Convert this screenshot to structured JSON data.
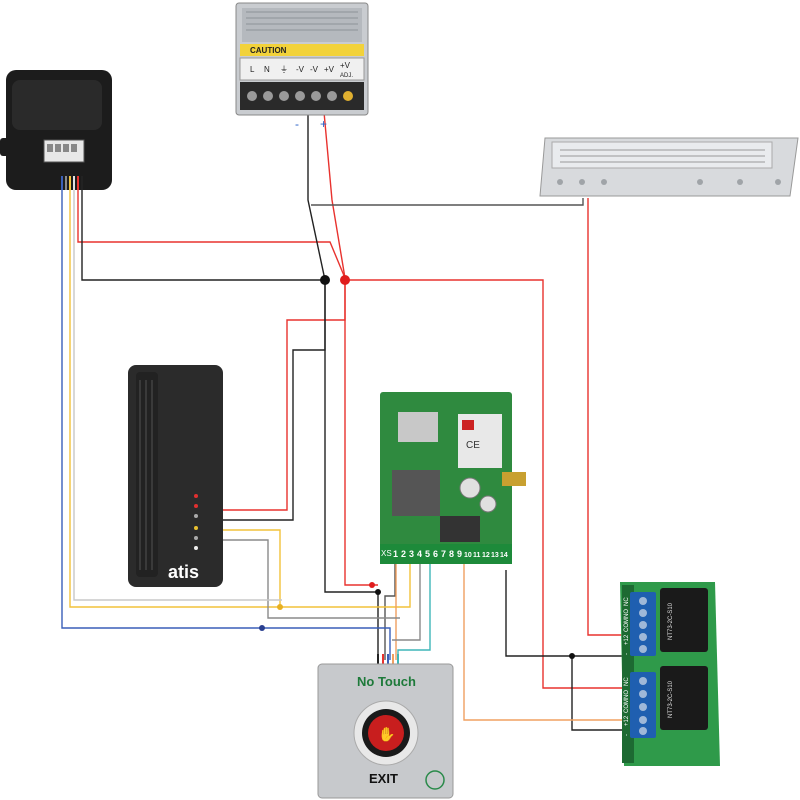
{
  "power_supply": {
    "caution_label": "CAUTION",
    "terminal_labels": [
      "L",
      "N",
      "⏚",
      "-V",
      "-V",
      "+V",
      "+V"
    ],
    "adj_label": "ADJ.",
    "minus_sign": "-",
    "plus_sign": "+"
  },
  "gsm_controller": {
    "terminal_prefix": "XS",
    "terminal_numbers": [
      "1",
      "2",
      "3",
      "4",
      "5",
      "6",
      "7",
      "8",
      "9",
      "10",
      "11",
      "12",
      "13",
      "14"
    ],
    "module_ce": "CE"
  },
  "reader": {
    "brand": "atis"
  },
  "exit_button": {
    "top_text": "No Touch",
    "bottom_text": "EXIT"
  },
  "relay_board": {
    "relay1_model": "NT73-2C-S10",
    "relay2_model": "NT73-2C-S10",
    "terminal_labels_top": [
      "NC",
      "NO",
      "COM",
      "+12",
      "-"
    ],
    "terminal_labels_bottom": [
      "NC",
      "NO",
      "COM",
      "+12",
      "-"
    ]
  },
  "colors": {
    "red_wire": "#e8322e",
    "black_wire": "#222222",
    "yellow_wire": "#f2c23a",
    "blue_wire": "#3a5fb8",
    "orange_wire": "#f0a060",
    "cyan_wire": "#3fb6b8",
    "grey_wire": "#8a8a8a",
    "pcb_green": "#2f8a3f",
    "relay_blue": "#1f5fb0"
  }
}
